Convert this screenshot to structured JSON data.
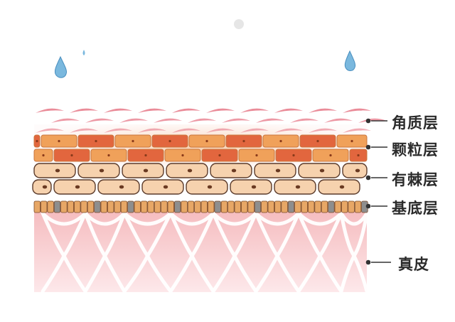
{
  "layers": [
    {
      "id": "stratum-corneum",
      "label": "角质层"
    },
    {
      "id": "stratum-granulosum",
      "label": "颗粒层"
    },
    {
      "id": "stratum-spinosum",
      "label": "有棘层"
    },
    {
      "id": "stratum-basale",
      "label": "基底层"
    },
    {
      "id": "dermis",
      "label": "真皮"
    }
  ],
  "colors": {
    "corneum": "#e8808e",
    "granular_dark": "#e2663e",
    "granular_light": "#f0a15a",
    "spinous": "#f6d2ae",
    "basal": "#e7a766",
    "basal_gray": "#8e8e8e",
    "dermis": "#f7c5c8",
    "water": "#7ab8de",
    "outline": "#5a3a2a"
  }
}
